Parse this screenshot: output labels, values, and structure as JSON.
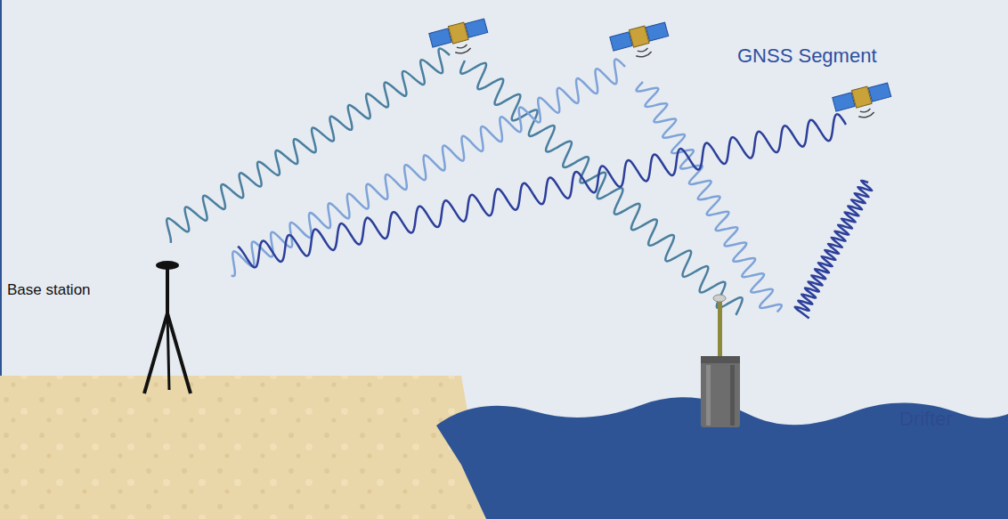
{
  "diagram": {
    "labels": [
      "GNSS Segment",
      "Base station",
      "Drifter"
    ]
  }
}
